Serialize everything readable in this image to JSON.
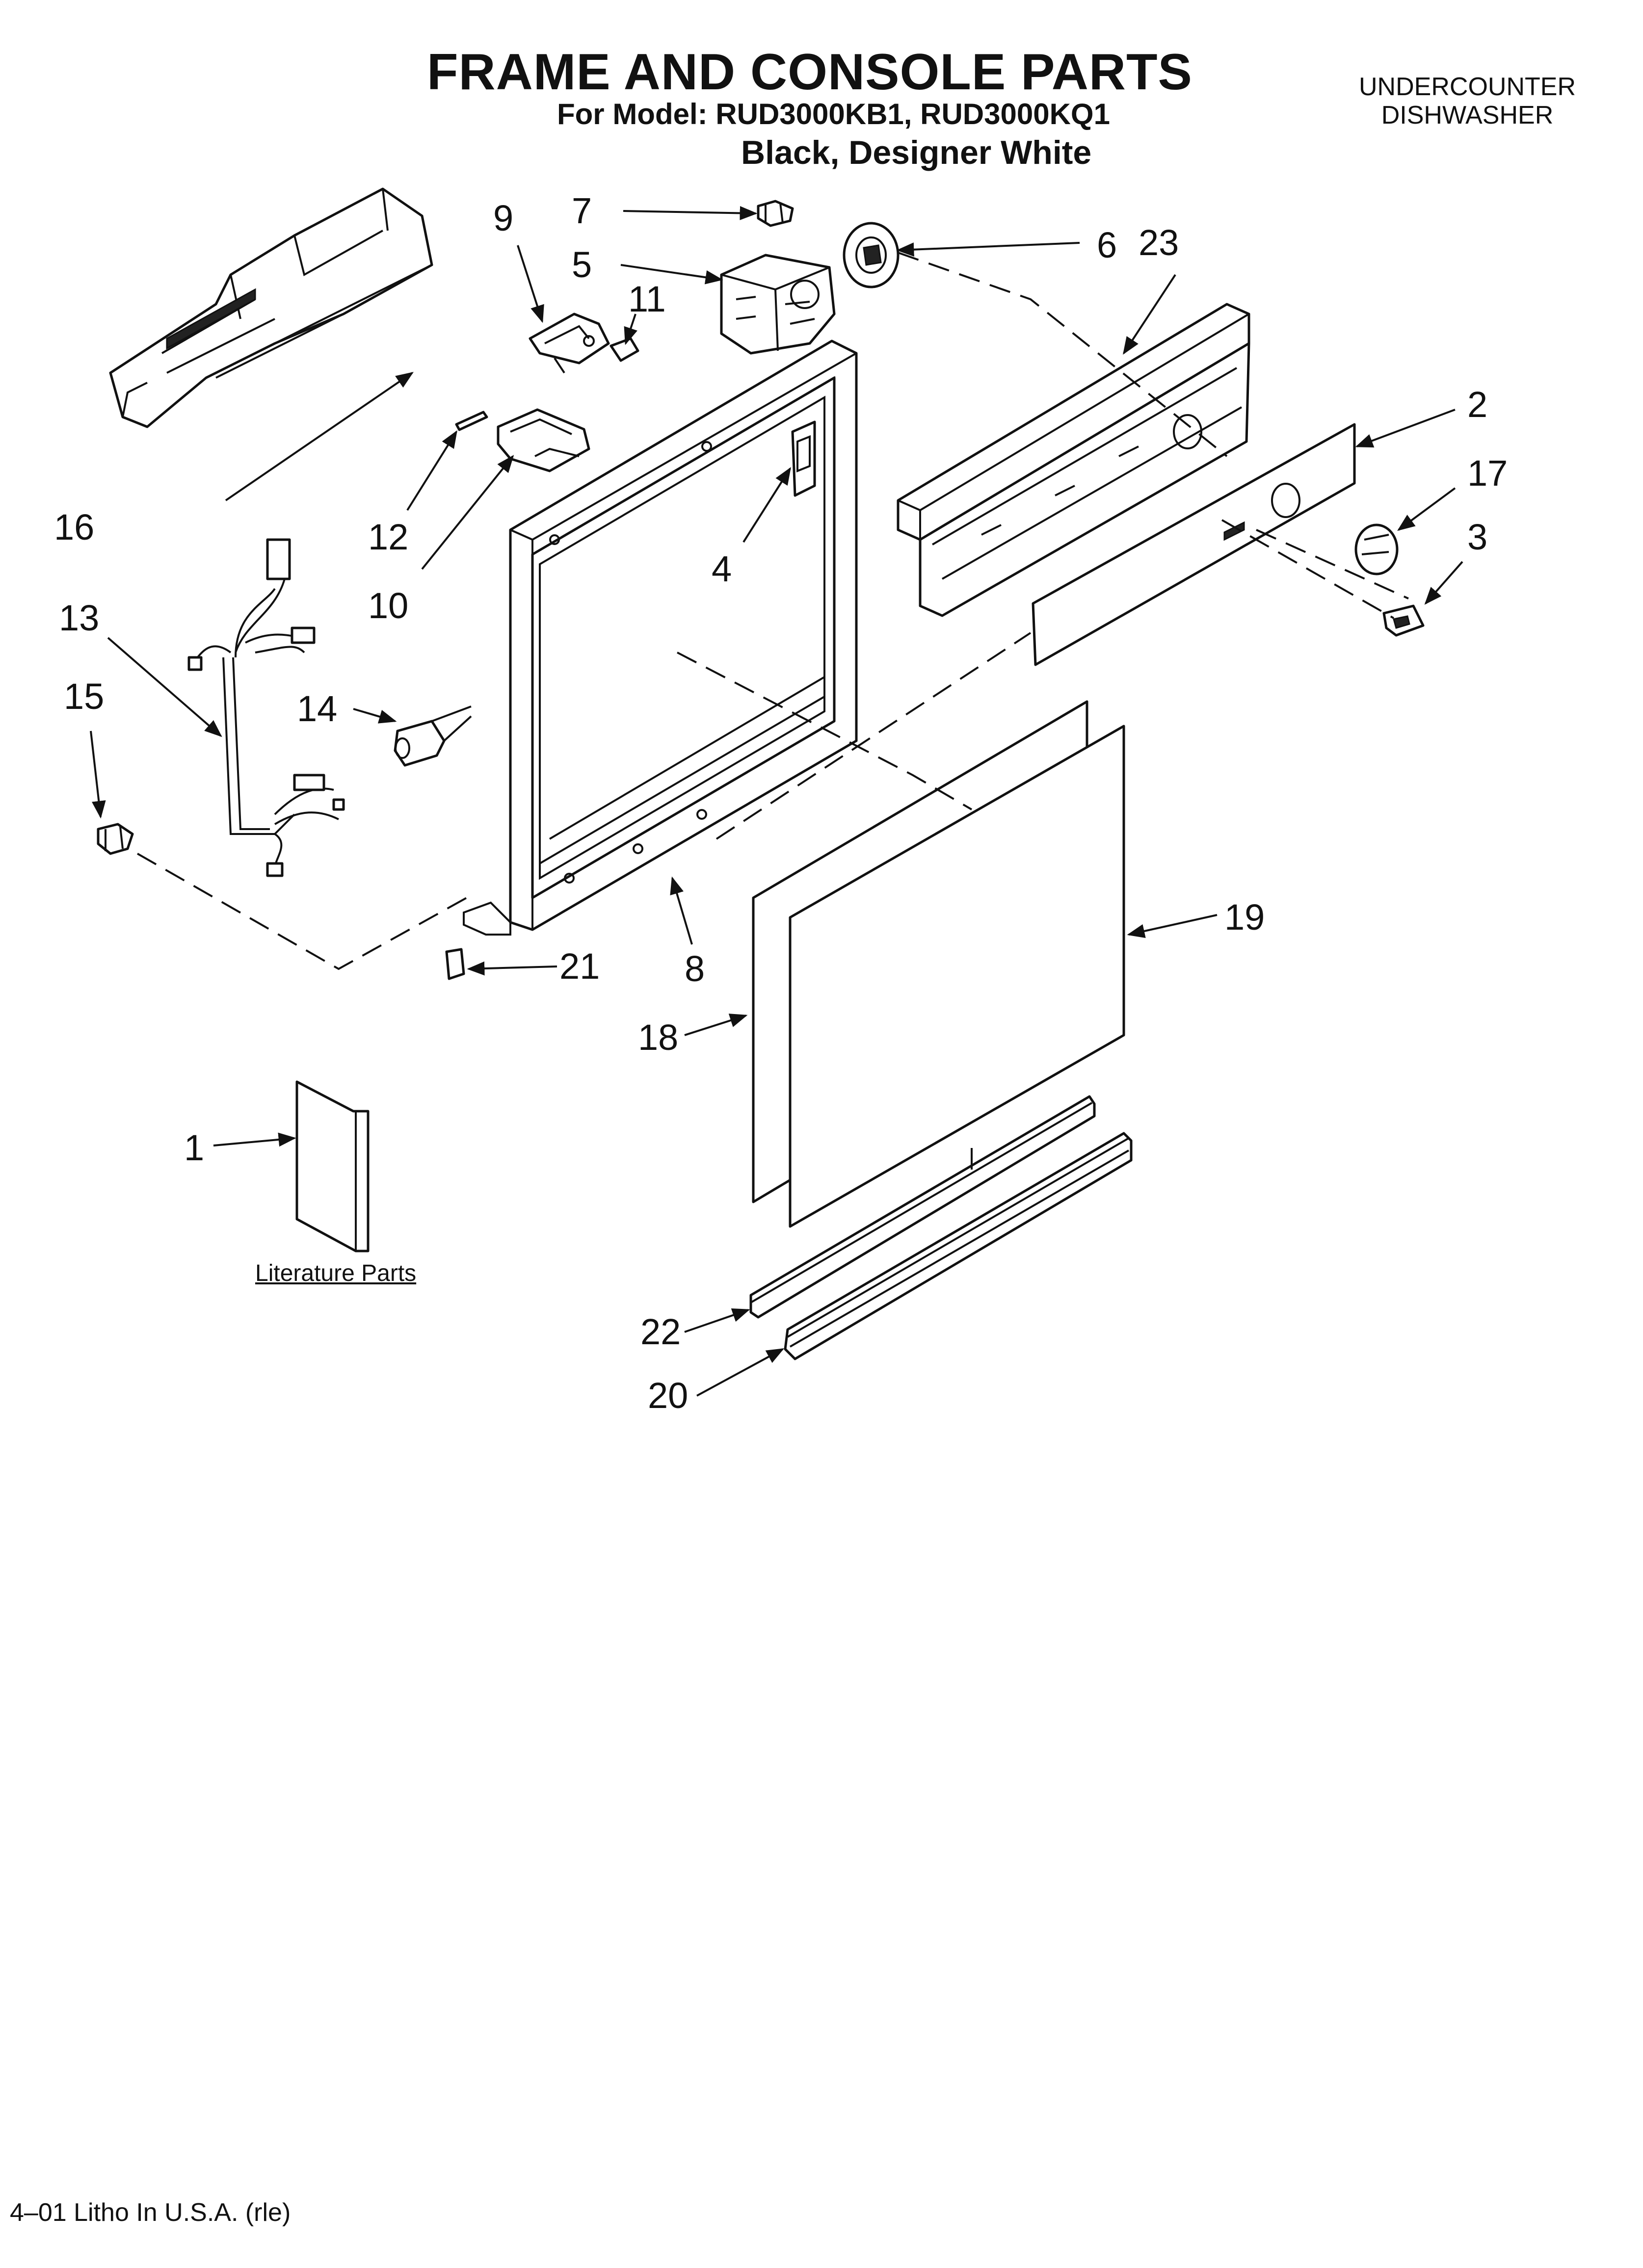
{
  "header": {
    "title": "FRAME AND CONSOLE PARTS",
    "model_line": "For Model: RUD3000KB1, RUD3000KQ1",
    "color_line": "Black, Designer White",
    "product_line1": "UNDERCOUNTER",
    "product_line2": "DISHWASHER"
  },
  "literature_caption": "Literature Parts",
  "footer": "4–01 Litho In U.S.A. (rle)",
  "callouts": {
    "c1": "1",
    "c2": "2",
    "c3": "3",
    "c4": "4",
    "c5": "5",
    "c6": "6",
    "c7": "7",
    "c8": "8",
    "c9": "9",
    "c10": "10",
    "c11": "11",
    "c12": "12",
    "c13": "13",
    "c14": "14",
    "c15": "15",
    "c16": "16",
    "c17": "17",
    "c18": "18",
    "c19": "19",
    "c20": "20",
    "c21": "21",
    "c22": "22",
    "c23": "23"
  }
}
